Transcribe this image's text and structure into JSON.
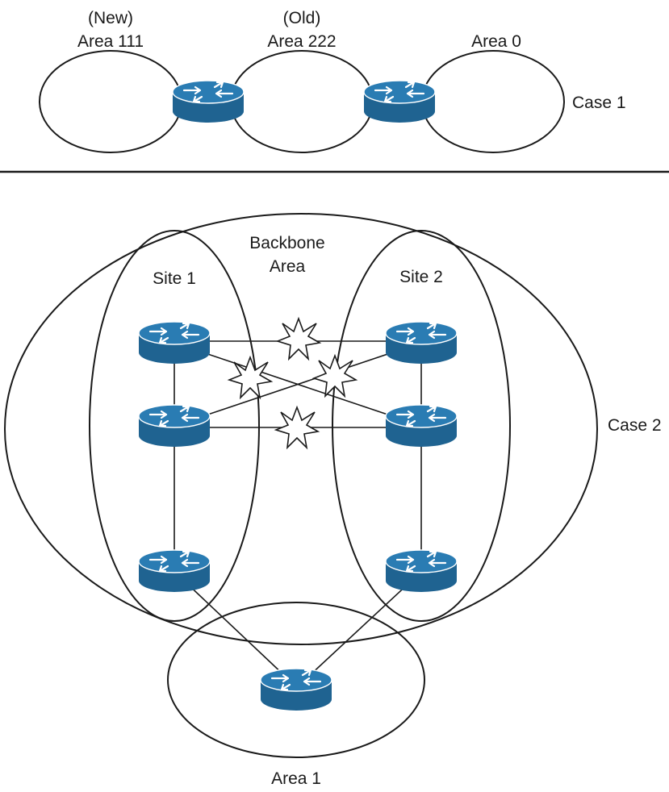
{
  "case1": {
    "area_new": {
      "qualifier": "(New)",
      "name": "Area 111"
    },
    "area_old": {
      "qualifier": "(Old)",
      "name": "Area 222"
    },
    "area_zero": {
      "name": "Area 0"
    },
    "case_label": "Case 1"
  },
  "case2": {
    "backbone_line1": "Backbone",
    "backbone_line2": "Area",
    "site1": "Site 1",
    "site2": "Site 2",
    "case_label": "Case 2",
    "area1": "Area 1"
  },
  "icons": {
    "router": "router-icon",
    "link_failure": "link-failure-burst-icon"
  },
  "colors": {
    "router_body": "#1f6391",
    "router_top": "#2a7cb3",
    "line": "#1a1a1a"
  }
}
